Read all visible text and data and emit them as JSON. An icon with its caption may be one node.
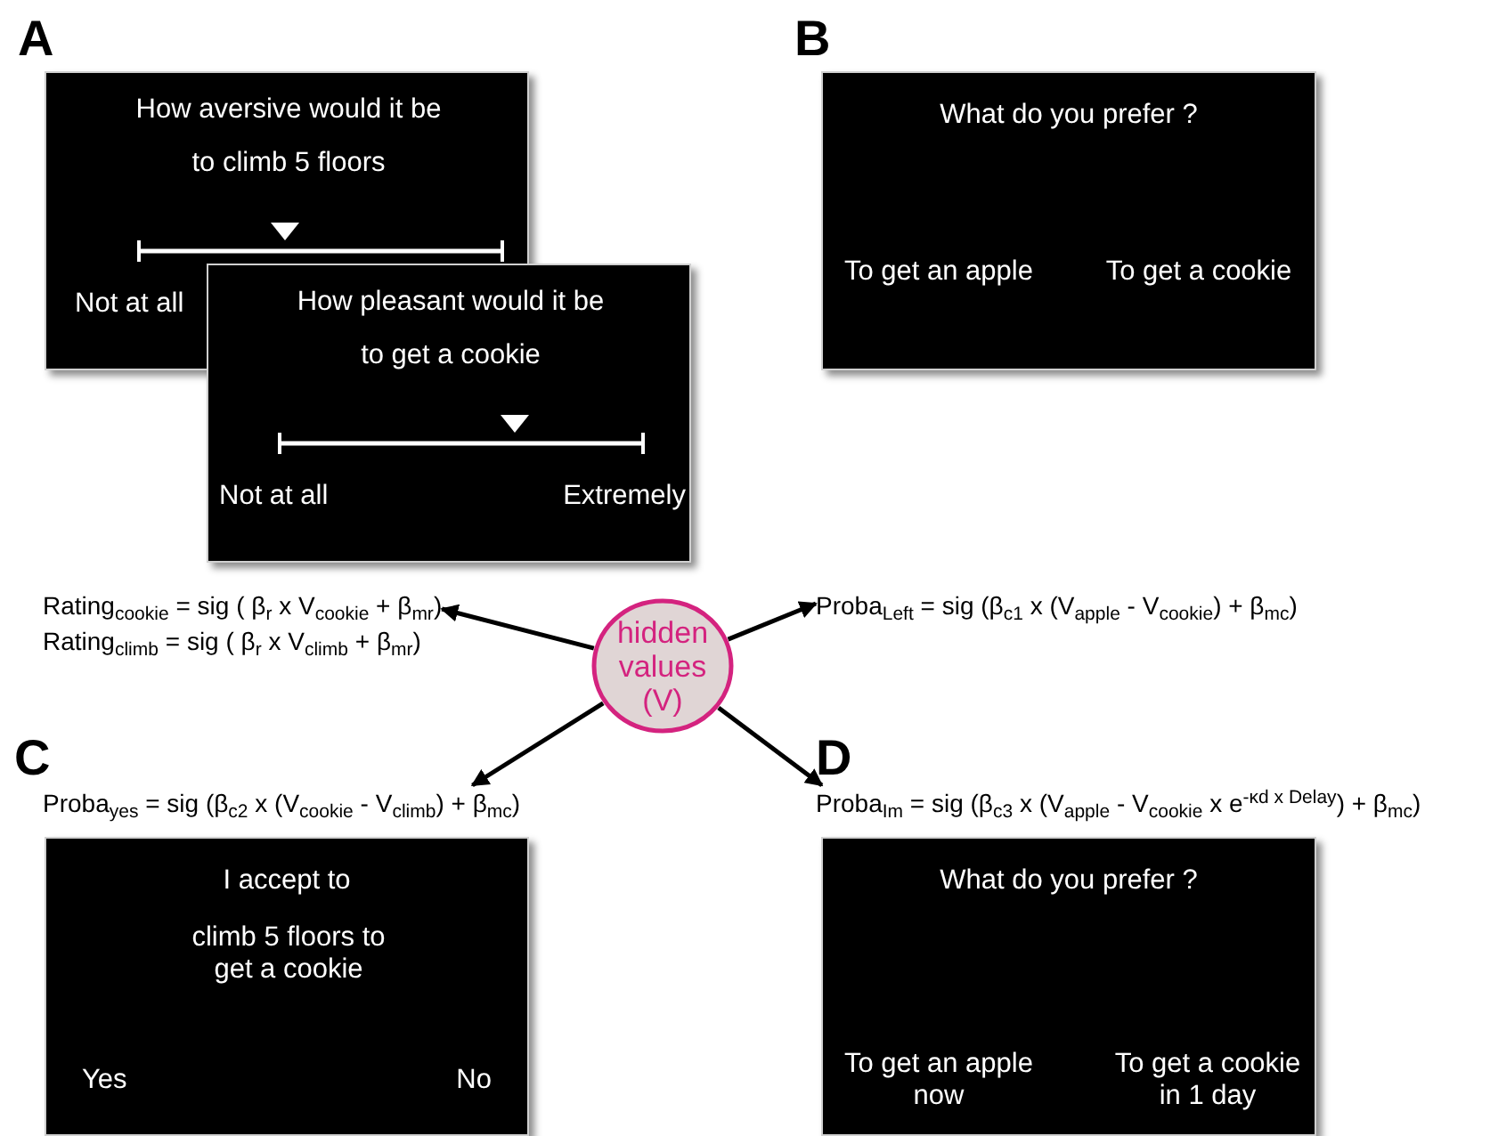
{
  "diagram": {
    "nodes": [
      {
        "text": [
          "How aversive would it be to climb 5 floors",
          "Not at all"
        ]
      },
      {
        "text": [
          "How pleasant would it be to get a cookie",
          "Not at all",
          "Extremely"
        ]
      },
      {
        "text": [
          "What do you prefer ?",
          "To get an apple",
          "To get a cookie"
        ]
      },
      {
        "text": [
          "I accept to",
          "climb 5 floors to get a cookie",
          "Yes",
          "No"
        ]
      },
      {
        "text": [
          "What do you prefer ?",
          "To get an apple now",
          "To get a cookie in 1 day"
        ]
      },
      {
        "text": [
          "hidden values (V)"
        ]
      },
      {
        "text": [
          "Rating$_{cookie}$ = sig ( β$_{r}$ x V$_{cookie}$ + β$_{mr}$)",
          "Rating$_{climb}$ = sig ( β$_{r}$ x V$_{climb}$ + β$_{mr}$)"
        ]
      },
      {
        "text": [
          "Proba$_{Left}$ = sig (β$_{c1}$ x (V$_{apple}$ - V$_{cookie}$) + β$_{mc}$)"
        ]
      },
      {
        "text": [
          "Proba$_{yes}$ = sig (β$_{c2}$ x (V$_{cookie}$ - V$_{climb}$) + β$_{mc}$)"
        ]
      },
      {
        "text": [
          "Proba$_{Im}$ = sig (β$_{c3}$ x (V$_{apple}$ - V$_{cookie}$ x e$^{-κd x Delay}$) + β$_{mc}$)"
        ]
      }
    ],
    "edges": [
      {
        "from": 5,
        "to": 6,
        "arrow": "to"
      },
      {
        "from": 5,
        "to": 7,
        "arrow": "to"
      },
      {
        "from": 5,
        "to": 8,
        "arrow": "to"
      },
      {
        "from": 5,
        "to": 9,
        "arrow": "to"
      }
    ],
    "labels": [
      "A",
      "B",
      "C",
      "D"
    ]
  }
}
